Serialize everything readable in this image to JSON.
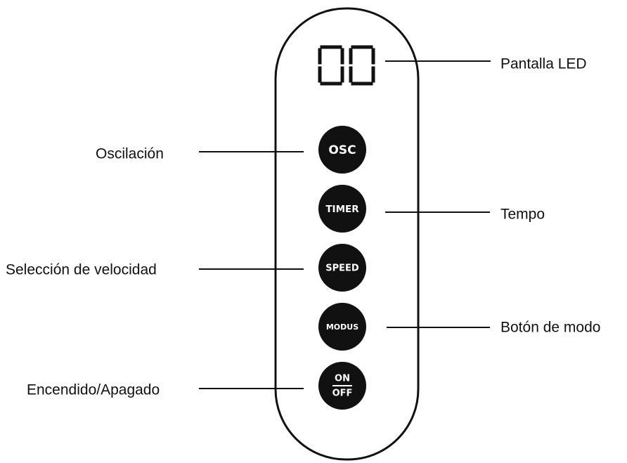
{
  "colors": {
    "ink": "#111111",
    "button_text": "#ffffff",
    "background": "#ffffff"
  },
  "display": {
    "digits": "00"
  },
  "buttons": {
    "osc": "OSC",
    "timer": "TIMER",
    "speed": "SPEED",
    "modus": "MODUS",
    "on": "ON",
    "off": "OFF"
  },
  "labels": {
    "led": "Pantalla LED",
    "oscillation": "Oscilación",
    "timer": "Tempo",
    "speed": "Selección de velocidad",
    "mode": "Botón de modo",
    "power": "Encendido/Apagado"
  },
  "icons": {
    "display": "seven-segment-display-icon",
    "power": "on-off-button-icon"
  }
}
